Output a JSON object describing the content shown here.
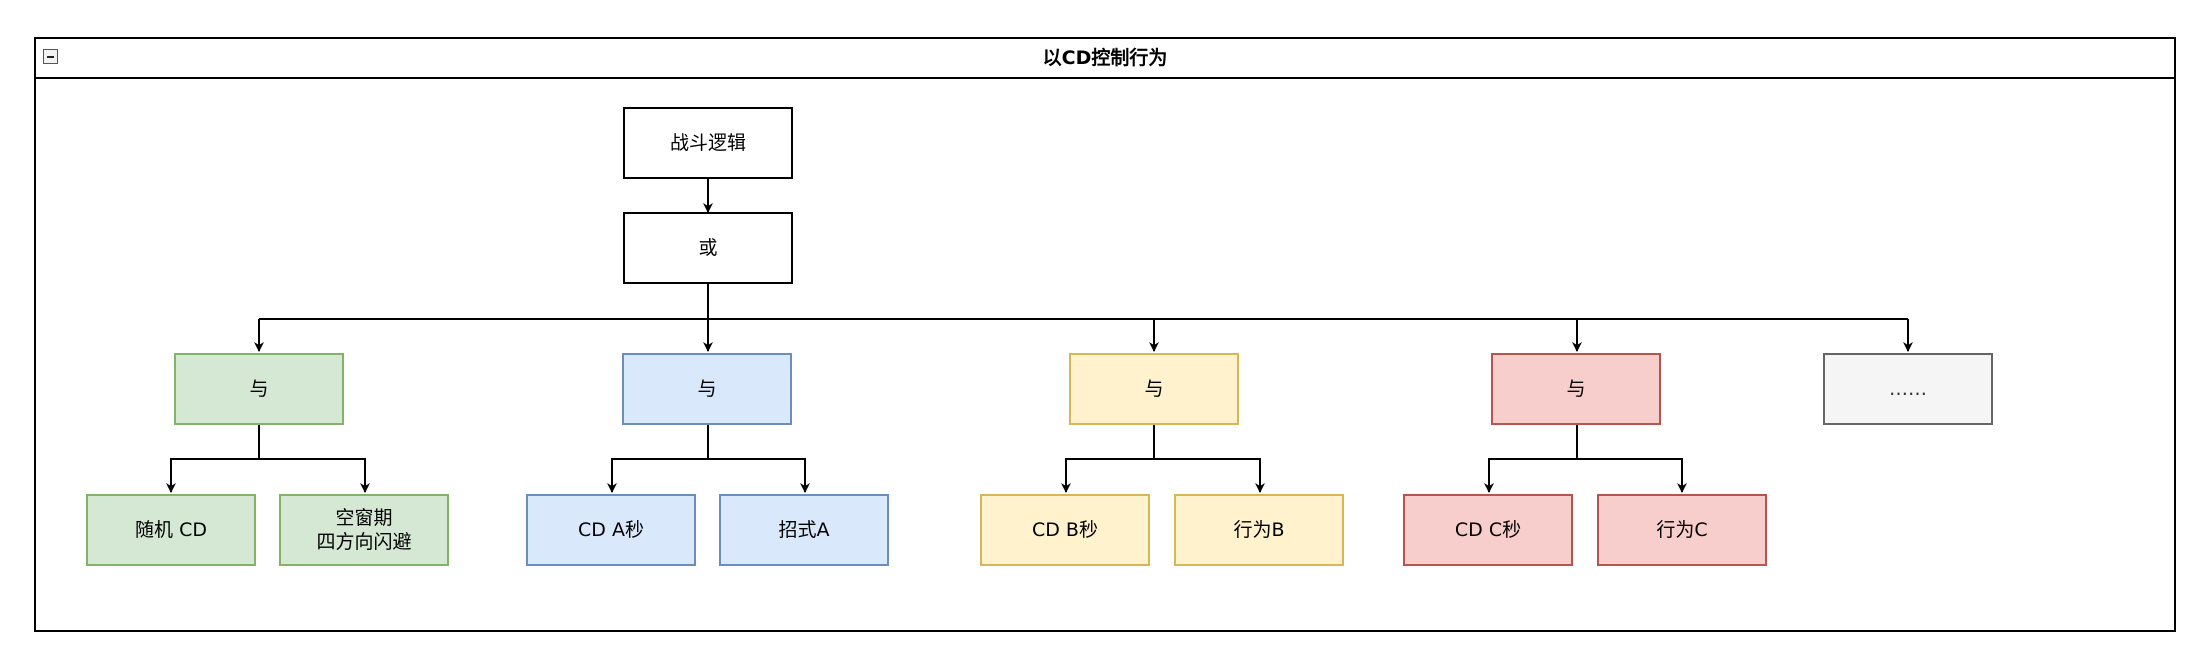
{
  "container": {
    "title": "以CD控制行为",
    "collapse_icon": "minus-box-icon"
  },
  "nodes": {
    "battle_logic": "战斗逻辑",
    "or": "或",
    "and_green": "与",
    "and_blue": "与",
    "and_yellow": "与",
    "and_red": "与",
    "more": "……",
    "random_cd": "随机 CD",
    "gap_dodge": "空窗期\n四方向闪避",
    "cd_a": "CD A秒",
    "move_a": "招式A",
    "cd_b": "CD B秒",
    "action_b": "行为B",
    "cd_c": "CD C秒",
    "action_c": "行为C"
  },
  "colors": {
    "green_fill": "#d5e8d4",
    "green_stroke": "#82b366",
    "blue_fill": "#dae8fc",
    "blue_stroke": "#6c8ebf",
    "yellow_fill": "#fff2cc",
    "yellow_stroke": "#d6b656",
    "red_fill": "#f8cecc",
    "red_stroke": "#b85450",
    "grey_fill": "#f5f5f5",
    "grey_stroke": "#666666"
  }
}
